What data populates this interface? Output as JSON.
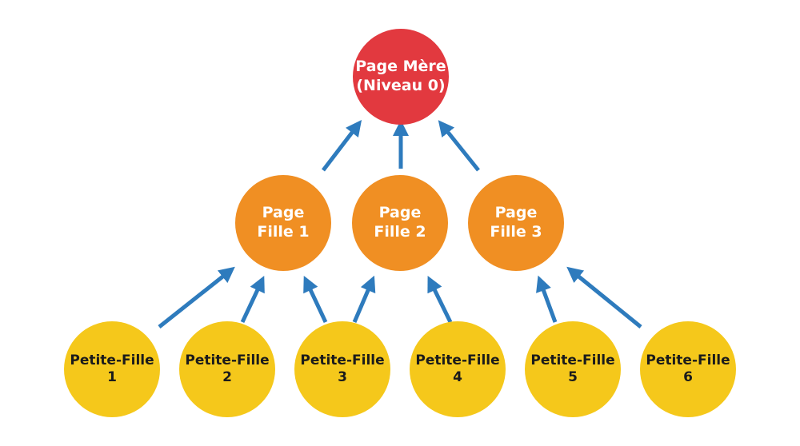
{
  "colors": {
    "root": "#e2393f",
    "child": "#f08f23",
    "grandchild": "#f5c81b",
    "arrow": "#2e7bbd"
  },
  "root": {
    "line1": "Page Mère",
    "line2": "(Niveau 0)"
  },
  "children": [
    {
      "line1": "Page",
      "line2": "Fille 1"
    },
    {
      "line1": "Page",
      "line2": "Fille 2"
    },
    {
      "line1": "Page",
      "line2": "Fille 3"
    }
  ],
  "grandchildren": [
    {
      "line1": "Petite-Fille",
      "line2": "1"
    },
    {
      "line1": "Petite-Fille",
      "line2": "2"
    },
    {
      "line1": "Petite-Fille",
      "line2": "3"
    },
    {
      "line1": "Petite-Fille",
      "line2": "4"
    },
    {
      "line1": "Petite-Fille",
      "line2": "5"
    },
    {
      "line1": "Petite-Fille",
      "line2": "6"
    }
  ]
}
